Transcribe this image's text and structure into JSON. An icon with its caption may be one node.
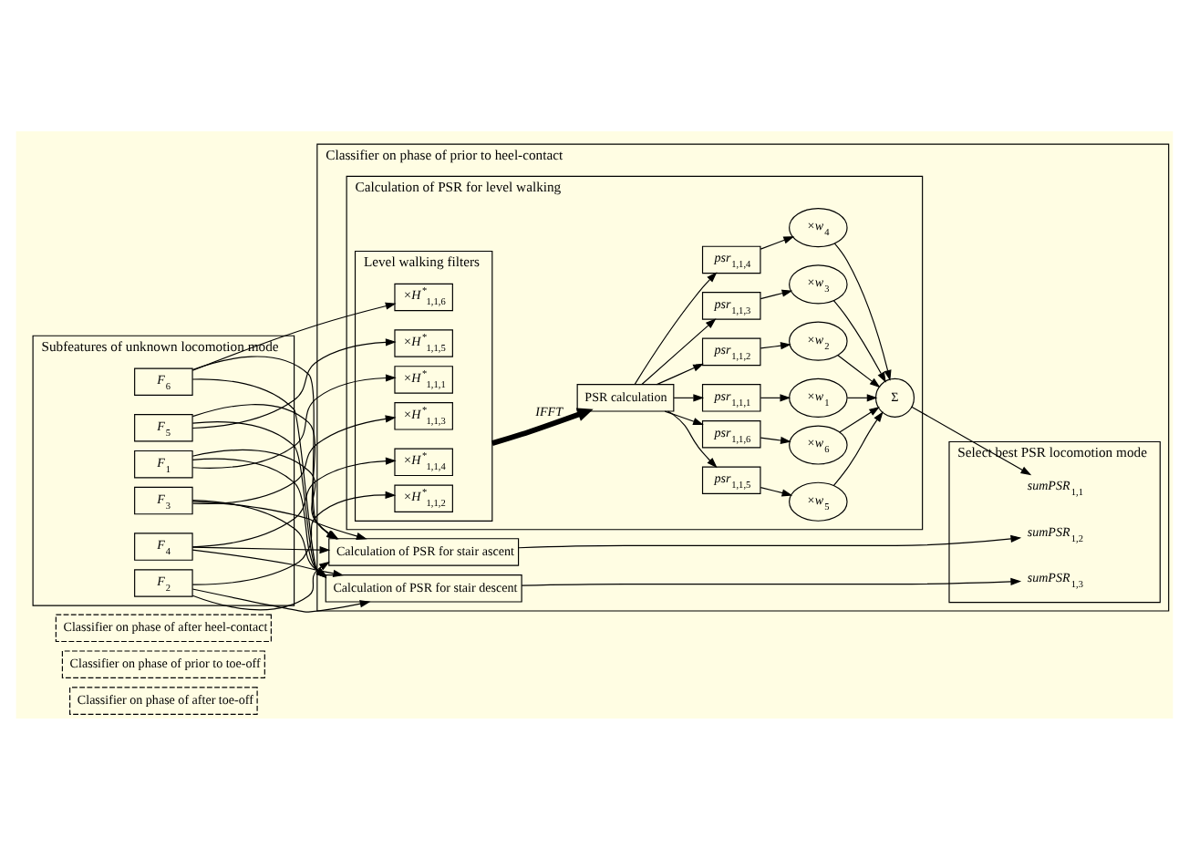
{
  "diagram": {
    "nodes": [
      {
        "text": [
          "Classifier on phase of after toe-off"
        ]
      },
      {
        "text": [
          "Classifier on phase of prior to toe-off"
        ]
      },
      {
        "text": [
          "Classifier on phase of after heel-contact"
        ]
      },
      {
        "text": [
          "Classifier on phase of prior to heel-contact"
        ]
      },
      {
        "text": [
          "Subfeatures of unknown locomotion mode"
        ]
      },
      {
        "text": [
          "*F*$_{1}$"
        ],
        "in": 4
      },
      {
        "text": [
          "*F*$_{2}$"
        ],
        "in": 4
      },
      {
        "text": [
          "*F*$_{3}$"
        ],
        "in": 4
      },
      {
        "text": [
          "*F*$_{4}$"
        ],
        "in": 4
      },
      {
        "text": [
          "*F*$_{5}$"
        ],
        "in": 4
      },
      {
        "text": [
          "*F*$_{6}$"
        ],
        "in": 4
      },
      {
        "text": [
          "Calculation of PSR for level walking"
        ],
        "in": 3
      },
      {
        "text": [
          "Level walking filters"
        ],
        "in": 11
      },
      {
        "text": [
          "×*H*$^{*}$$_{1,1,1}$"
        ],
        "in": 12
      },
      {
        "text": [
          "×*H*$^{*}$$_{1,1,2}$"
        ],
        "in": 12
      },
      {
        "text": [
          "×*H*$^{*}$$_{1,1,3}$"
        ],
        "in": 12
      },
      {
        "text": [
          "×*H*$^{*}$$_{1,1,4}$"
        ],
        "in": 12
      },
      {
        "text": [
          "×*H*$^{*}$$_{1,1,5}$"
        ],
        "in": 12
      },
      {
        "text": [
          "×*H*$^{*}$$_{1,1,6}$"
        ],
        "in": 12
      },
      {
        "text": [
          "PSR calculation"
        ],
        "in": 11
      },
      {
        "text": [
          "*psr*$_{1,1,1}$"
        ],
        "in": 11
      },
      {
        "text": [
          "*psr*$_{1,1,2}$"
        ],
        "in": 11
      },
      {
        "text": [
          "*psr*$_{1,1,3}$"
        ],
        "in": 11
      },
      {
        "text": [
          "*psr*$_{1,1,4}$"
        ],
        "in": 11
      },
      {
        "text": [
          "*psr*$_{1,1,5}$"
        ],
        "in": 11
      },
      {
        "text": [
          "*psr*$_{1,1,6}$"
        ],
        "in": 11
      },
      {
        "text": [
          "×*w*$_{1}$"
        ],
        "in": 11
      },
      {
        "text": [
          "×*w*$_{2}$"
        ],
        "in": 11
      },
      {
        "text": [
          "×*w*$_{3}$"
        ],
        "in": 11
      },
      {
        "text": [
          "×*w*$_{4}$"
        ],
        "in": 11
      },
      {
        "text": [
          "×*w*$_{5}$"
        ],
        "in": 11
      },
      {
        "text": [
          "×*w*$_{6}$"
        ],
        "in": 11
      },
      {
        "text": [
          "Σ"
        ],
        "in": 11
      },
      {
        "text": [
          "Calculation of PSR for stair ascent"
        ],
        "in": 3
      },
      {
        "text": [
          "Calculation of PSR for stair descent"
        ],
        "in": 3
      },
      {
        "text": [
          "Select best PSR locomotion mode"
        ],
        "in": 3
      },
      {
        "text": [
          "*sumPSR*$_{1,1}$"
        ],
        "in": 35
      },
      {
        "text": [
          "*sumPSR*$_{1,2}$"
        ],
        "in": 35
      },
      {
        "text": [
          "*sumPSR*$_{1,3}$"
        ],
        "in": 35
      }
    ],
    "edges": [
      {
        "from": 5,
        "to": 13,
        "arrow": "to"
      },
      {
        "from": 6,
        "to": 14,
        "arrow": "to"
      },
      {
        "from": 7,
        "to": 15,
        "arrow": "to"
      },
      {
        "from": 8,
        "to": 16,
        "arrow": "to"
      },
      {
        "from": 9,
        "to": 17,
        "arrow": "to"
      },
      {
        "from": 10,
        "to": 18,
        "arrow": "to"
      },
      {
        "from": 5,
        "to": 33,
        "arrow": "to"
      },
      {
        "from": 5,
        "to": 34,
        "arrow": "to"
      },
      {
        "from": 6,
        "to": 33,
        "arrow": "to"
      },
      {
        "from": 6,
        "to": 34,
        "arrow": "to"
      },
      {
        "from": 7,
        "to": 33,
        "arrow": "to"
      },
      {
        "from": 7,
        "to": 34,
        "arrow": "to"
      },
      {
        "from": 8,
        "to": 33,
        "arrow": "to"
      },
      {
        "from": 8,
        "to": 34,
        "arrow": "to"
      },
      {
        "from": 9,
        "to": 33,
        "arrow": "to"
      },
      {
        "from": 9,
        "to": 34,
        "arrow": "to"
      },
      {
        "from": 10,
        "to": 33,
        "arrow": "to"
      },
      {
        "from": 10,
        "to": 34,
        "arrow": "to"
      },
      {
        "from": 12,
        "to": 19,
        "arrow": "to",
        "label": "*IFFT*",
        "style": "thick"
      },
      {
        "from": 19,
        "to": 20,
        "arrow": "to"
      },
      {
        "from": 19,
        "to": 21,
        "arrow": "to"
      },
      {
        "from": 19,
        "to": 22,
        "arrow": "to"
      },
      {
        "from": 19,
        "to": 23,
        "arrow": "to"
      },
      {
        "from": 19,
        "to": 24,
        "arrow": "to"
      },
      {
        "from": 19,
        "to": 25,
        "arrow": "to"
      },
      {
        "from": 20,
        "to": 26,
        "arrow": "to"
      },
      {
        "from": 21,
        "to": 27,
        "arrow": "to"
      },
      {
        "from": 22,
        "to": 28,
        "arrow": "to"
      },
      {
        "from": 23,
        "to": 29,
        "arrow": "to"
      },
      {
        "from": 24,
        "to": 30,
        "arrow": "to"
      },
      {
        "from": 25,
        "to": 31,
        "arrow": "to"
      },
      {
        "from": 26,
        "to": 32,
        "arrow": "to"
      },
      {
        "from": 27,
        "to": 32,
        "arrow": "to"
      },
      {
        "from": 28,
        "to": 32,
        "arrow": "to"
      },
      {
        "from": 29,
        "to": 32,
        "arrow": "to"
      },
      {
        "from": 30,
        "to": 32,
        "arrow": "to"
      },
      {
        "from": 31,
        "to": 32,
        "arrow": "to"
      },
      {
        "from": 32,
        "to": 36,
        "arrow": "to"
      },
      {
        "from": 33,
        "to": 37,
        "arrow": "to"
      },
      {
        "from": 34,
        "to": 38,
        "arrow": "to"
      }
    ]
  }
}
